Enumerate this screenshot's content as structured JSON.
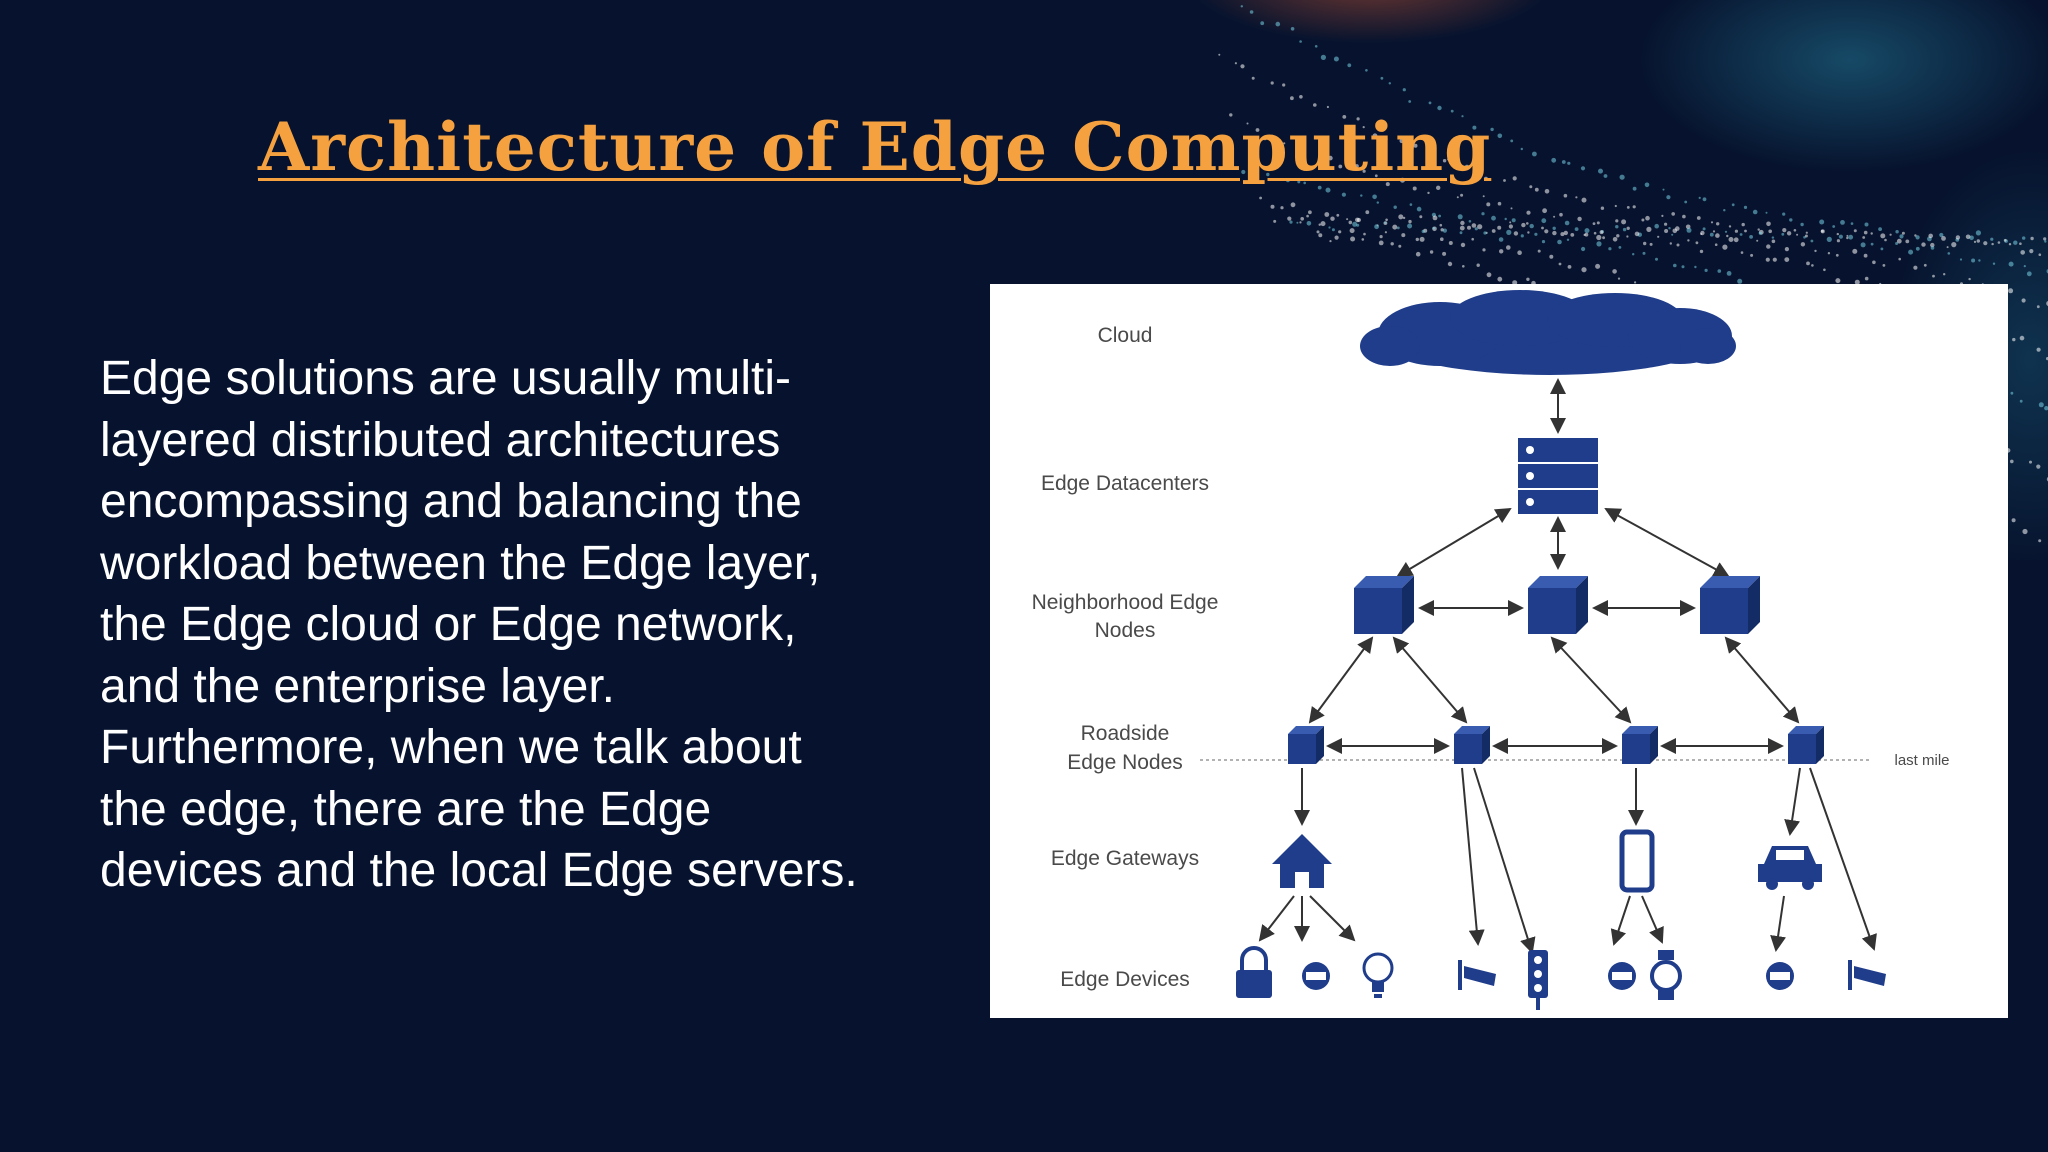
{
  "slide": {
    "title": "Architecture of Edge Computing",
    "body": "Edge solutions are usually multi-\nlayered distributed architectures\nencompassing and balancing the\nworkload between the Edge layer,\nthe Edge  cloud or Edge network,\nand the enterprise layer.\nFurthermore, when we talk about\nthe edge, there are the Edge\ndevices and the local Edge servers."
  },
  "diagram": {
    "layers": {
      "cloud": "Cloud",
      "datacenters": "Edge Datacenters",
      "neighborhood_line1": "Neighborhood Edge",
      "neighborhood_line2": "Nodes",
      "roadside_line1": "Roadside",
      "roadside_line2": "Edge Nodes",
      "gateways": "Edge Gateways",
      "devices": "Edge Devices"
    },
    "last_mile_label": "last mile"
  },
  "colors": {
    "background": "#07132e",
    "title": "#f6a13f",
    "body_text": "#ffffff",
    "node_blue": "#1f3d8a"
  },
  "icons": [
    "cloud-icon",
    "server-icon",
    "cube-node-icon",
    "home-icon",
    "phone-icon",
    "car-icon",
    "lock-icon",
    "camera-icon",
    "bulb-icon",
    "traffic-light-icon",
    "watch-icon"
  ]
}
